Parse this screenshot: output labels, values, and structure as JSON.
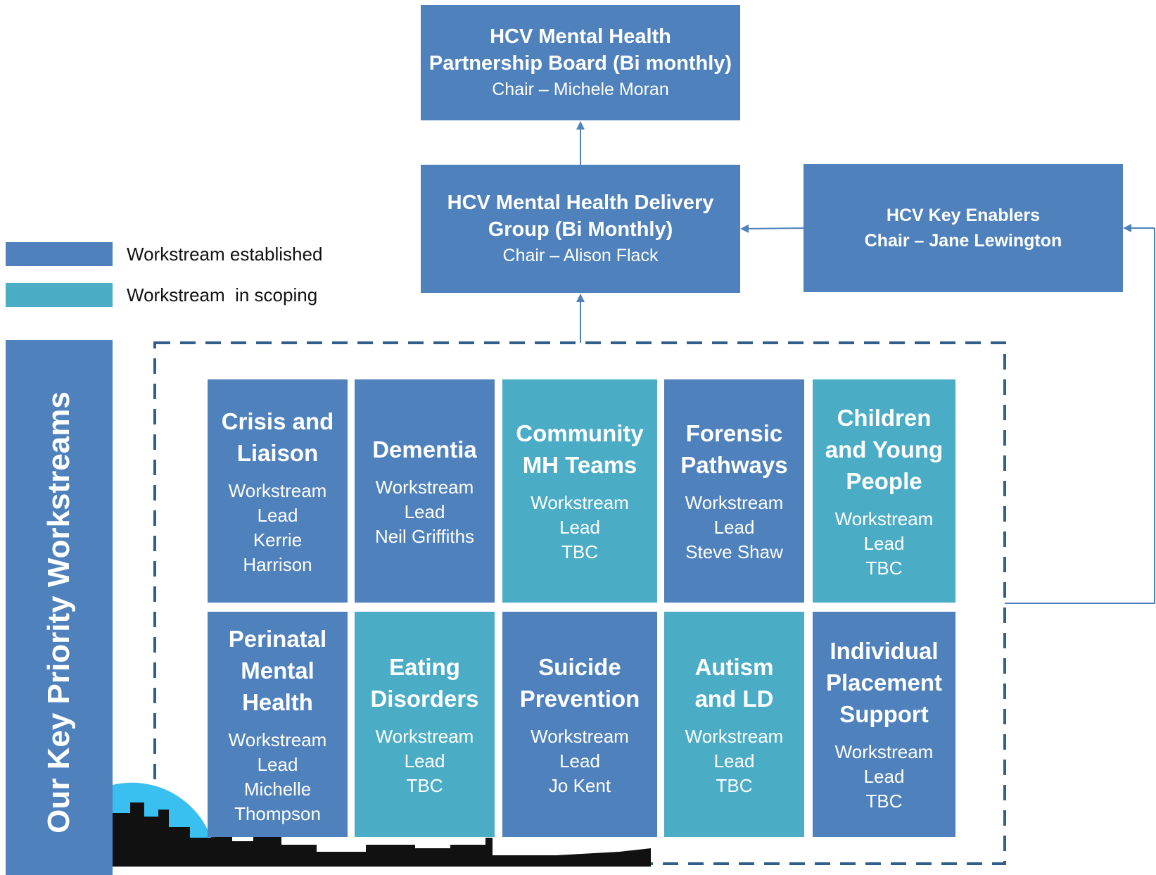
{
  "top_boards": {
    "partnership_board": {
      "title_line1": "HCV Mental Health",
      "title_line2": "Partnership Board (Bi monthly)",
      "chair": "Chair – Michele Moran"
    },
    "delivery_group": {
      "title_line1": "HCV Mental Health Delivery",
      "title_line2": "Group (Bi Monthly)",
      "chair": "Chair – Alison Flack"
    },
    "key_enablers": {
      "title": "HCV Key Enablers",
      "chair": "Chair – Jane Lewington"
    }
  },
  "legend": {
    "established": {
      "label": "Workstream established",
      "color": "#4f81bd"
    },
    "scoping": {
      "label": "Workstream  in scoping",
      "color": "#4bacc6"
    }
  },
  "side_label": "Our Key Priority Workstreams",
  "workstreams": [
    {
      "title": [
        "Crisis and",
        "Liaison"
      ],
      "lead": [
        "Workstream",
        "Lead",
        "Kerrie",
        "Harrison"
      ],
      "status": "established"
    },
    {
      "title": [
        "Dementia"
      ],
      "lead": [
        "Workstream",
        "Lead",
        "Neil Griffiths"
      ],
      "status": "established"
    },
    {
      "title": [
        "Community",
        "MH Teams"
      ],
      "lead": [
        "Workstream",
        "Lead",
        "TBC"
      ],
      "status": "scoping"
    },
    {
      "title": [
        "Forensic",
        "Pathways"
      ],
      "lead": [
        "Workstream",
        "Lead",
        "Steve Shaw"
      ],
      "status": "established"
    },
    {
      "title": [
        "Children",
        "and Young",
        "People"
      ],
      "lead": [
        "Workstream",
        "Lead",
        "TBC"
      ],
      "status": "scoping"
    },
    {
      "title": [
        "Perinatal",
        "Mental",
        "Health"
      ],
      "lead": [
        "Workstream",
        "Lead",
        "Michelle",
        "Thompson"
      ],
      "status": "established"
    },
    {
      "title": [
        "Eating",
        "Disorders"
      ],
      "lead": [
        "Workstream",
        "Lead",
        "TBC"
      ],
      "status": "scoping"
    },
    {
      "title": [
        "Suicide",
        "Prevention"
      ],
      "lead": [
        "Workstream",
        "Lead",
        "Jo Kent"
      ],
      "status": "established"
    },
    {
      "title": [
        "Autism",
        "and LD"
      ],
      "lead": [
        "Workstream",
        "Lead",
        "TBC"
      ],
      "status": "scoping"
    },
    {
      "title": [
        "Individual",
        "Placement",
        "Support"
      ],
      "lead": [
        "Workstream",
        "Lead",
        "TBC"
      ],
      "status": "established"
    }
  ],
  "colors": {
    "established": "#4f81bd",
    "scoping": "#4bacc6",
    "connector": "#4f81bd",
    "dashed_border": "#2f5f8a"
  }
}
